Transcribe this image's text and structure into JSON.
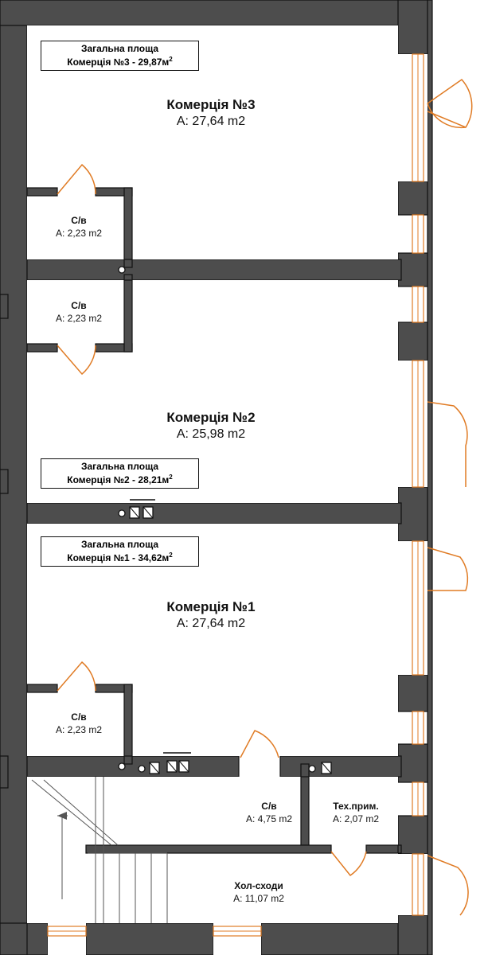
{
  "rooms": {
    "kom3": {
      "name": "Комерція №3",
      "area": "A: 27,64 m2"
    },
    "kom2": {
      "name": "Комерція №2",
      "area": "A: 25,98 m2"
    },
    "kom1": {
      "name": "Комерція №1",
      "area": "A: 27,64 m2"
    },
    "sv3": {
      "name": "С/в",
      "area": "A: 2,23 m2"
    },
    "sv2": {
      "name": "С/в",
      "area": "A: 2,23 m2"
    },
    "sv1": {
      "name": "С/в",
      "area": "A: 2,23 m2"
    },
    "sv_big": {
      "name": "С/в",
      "area": "A: 4,75 m2"
    },
    "tech": {
      "name": "Тех.прим.",
      "area": "A: 2,07 m2"
    },
    "hol": {
      "name": "Хол-сходи",
      "area": "A: 11,07 m2"
    }
  },
  "total_labels": {
    "kom3": {
      "line1": "Загальна площа",
      "line2": "Комерція №3 - 29,87м",
      "sup": "2"
    },
    "kom2": {
      "line1": "Загальна площа",
      "line2": "Комерція №2 - 28,21м",
      "sup": "2"
    },
    "kom1": {
      "line1": "Загальна площа",
      "line2": "Комерція №1 - 34,62м",
      "sup": "2"
    }
  },
  "colors": {
    "wall": "#4d4d4d",
    "door": "#e07b24",
    "background": "#ffffff"
  }
}
